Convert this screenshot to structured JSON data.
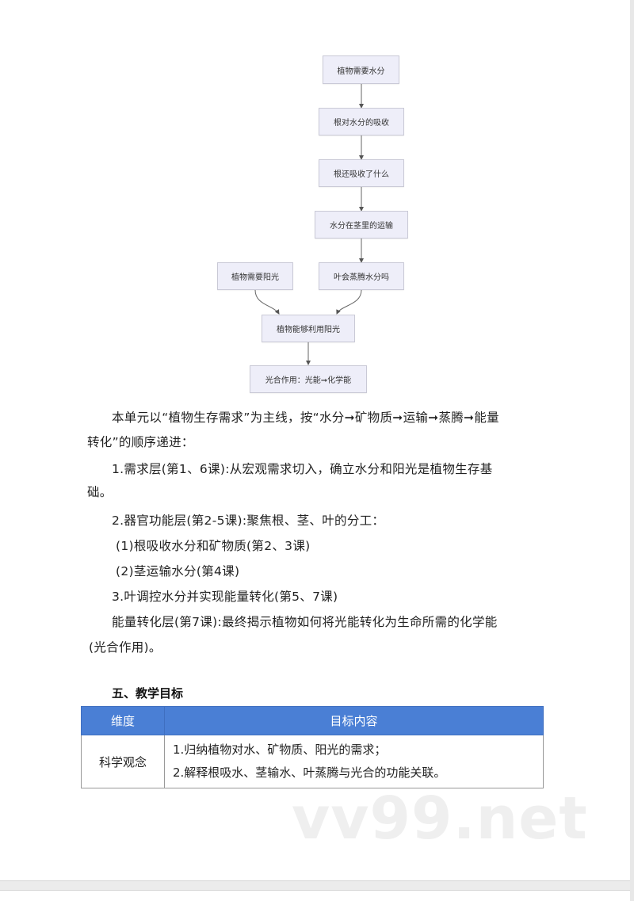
{
  "flowchart": {
    "nodes": [
      {
        "id": "n1",
        "label": "植物需要水分"
      },
      {
        "id": "n2",
        "label": "根对水分的吸收"
      },
      {
        "id": "n3",
        "label": "根还吸收了什么"
      },
      {
        "id": "n4",
        "label": "水分在茎里的运输"
      },
      {
        "id": "n5",
        "label": "植物需要阳光"
      },
      {
        "id": "n6",
        "label": "叶会蒸腾水分吗"
      },
      {
        "id": "n7",
        "label": "植物能够利用阳光"
      },
      {
        "id": "n8",
        "label": "光合作用：光能➞化学能"
      }
    ],
    "edges": [
      [
        "n1",
        "n2"
      ],
      [
        "n2",
        "n3"
      ],
      [
        "n3",
        "n4"
      ],
      [
        "n4",
        "n6"
      ],
      [
        "n5",
        "n7"
      ],
      [
        "n6",
        "n7"
      ],
      [
        "n7",
        "n8"
      ]
    ]
  },
  "body": {
    "intro_line1": "本单元以“植物生存需求”为主线，按“水分➞矿物质➞运输➞蒸腾➞能量",
    "intro_line2": "转化”的顺序递进：",
    "item1_line1": "1.需求层(第1、6课):从宏观需求切入，确立水分和阳光是植物生存基",
    "item1_line2": "础。",
    "item2": "2.器官功能层(第2-5课):聚焦根、茎、叶的分工：",
    "item2_sub1": "(1)根吸收水分和矿物质(第2、3课)",
    "item2_sub2": "(2)茎运输水分(第4课)",
    "item3": "3.叶调控水分并实现能量转化(第5、7课)",
    "energy_line1": "能量转化层(第7课):最终揭示植物如何将光能转化为生命所需的化学能",
    "energy_line2": "(光合作用)。"
  },
  "section": {
    "title": "五、教学目标"
  },
  "table": {
    "headers": [
      "维度",
      "目标内容"
    ],
    "rows": [
      {
        "dimension": "科学观念",
        "items": [
          "1.归纳植物对水、矿物质、阳光的需求；",
          "2.解释根吸水、茎输水、叶蒸腾与光合的功能关联。"
        ]
      }
    ],
    "header_color": "#4a7fd5"
  },
  "watermark": "vv99.net"
}
